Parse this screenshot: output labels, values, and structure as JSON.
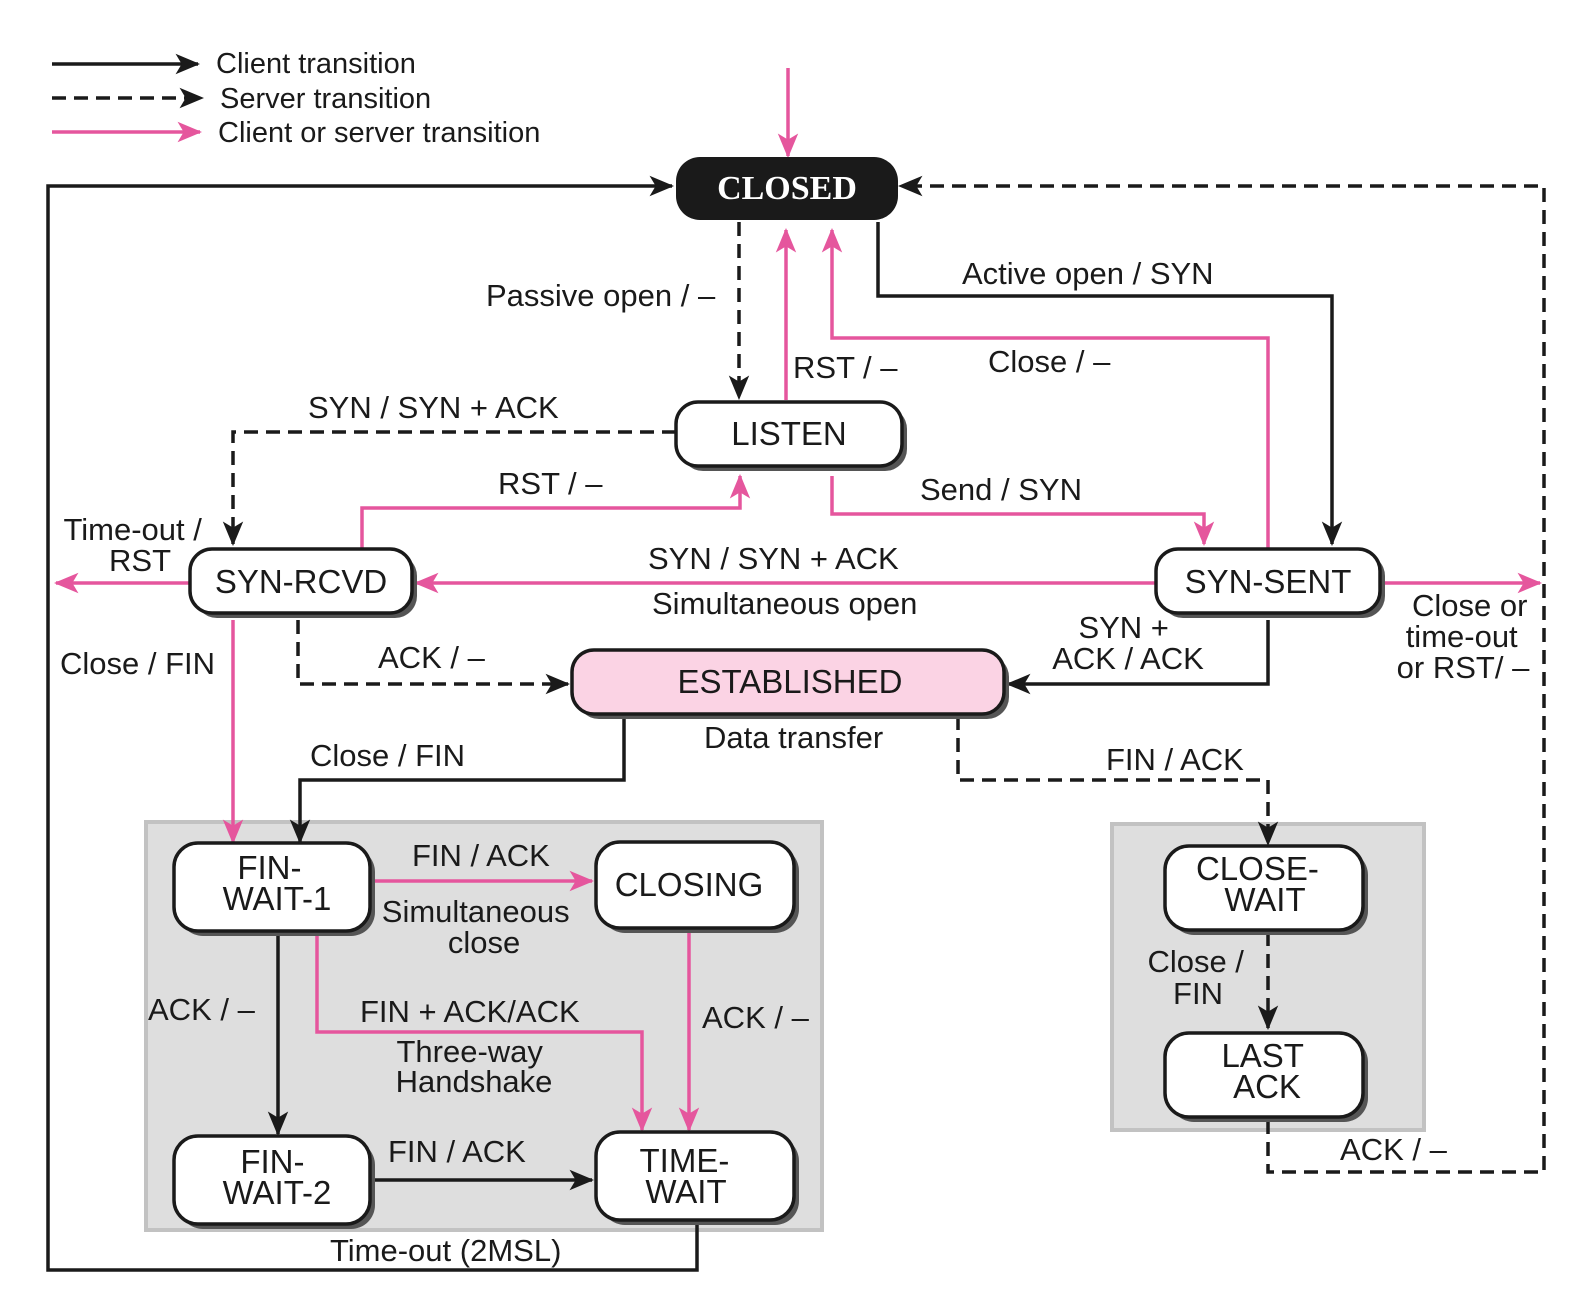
{
  "colors": {
    "client_transition": "#1a1a1a",
    "server_transition": "#1a1a1a",
    "both_transition": "#e5569d",
    "established_fill": "#fbd3e4",
    "closed_fill": "#1a1a1a",
    "group_fill": "#dedede"
  },
  "legend": {
    "client": "Client transition",
    "server": "Server transition",
    "both": "Client or server transition"
  },
  "states": {
    "closed": "CLOSED",
    "listen": "LISTEN",
    "syn_rcvd": "SYN-RCVD",
    "syn_sent": "SYN-SENT",
    "established": "ESTABLISHED",
    "fin_wait_1": [
      "FIN-",
      "WAIT-1"
    ],
    "closing": "CLOSING",
    "fin_wait_2": [
      "FIN-",
      "WAIT-2"
    ],
    "time_wait": [
      "TIME-",
      "WAIT"
    ],
    "close_wait": [
      "CLOSE-",
      "WAIT"
    ],
    "last_ack": [
      "LAST",
      "ACK"
    ]
  },
  "labels": {
    "passive_open": "Passive open / –",
    "active_open": "Active open / SYN",
    "rst_closed": "RST / –",
    "close_synsent": "Close / –",
    "syn_listen": "SYN / SYN + ACK",
    "rst_listen": "RST / –",
    "send_syn": "Send / SYN",
    "timeout_rst": [
      "Time-out /",
      "RST"
    ],
    "syn_synack_simul": "SYN / SYN + ACK",
    "simultaneous_open": "Simultaneous open",
    "close_timeout_rst": [
      "Close or",
      "time-out",
      "or RST/ –"
    ],
    "close_fin_rcvd": "Close / FIN",
    "ack_rcvd": "ACK / –",
    "syn_ack_ack": [
      "SYN +",
      "ACK / ACK"
    ],
    "data_transfer": "Data transfer",
    "close_fin_est": "Close / FIN",
    "fin_ack_est": "FIN / ACK",
    "fin_ack_fw1": "FIN / ACK",
    "simultaneous_close": [
      "Simultaneous",
      "close"
    ],
    "ack_fw1": "ACK / –",
    "fin_ack_ack": "FIN + ACK/ACK",
    "three_way": [
      "Three-way",
      "Handshake"
    ],
    "ack_closing": "ACK / –",
    "fin_ack_fw2": "FIN / ACK",
    "timeout_2msl": "Time-out (2MSL)",
    "close_fin_cw": [
      "Close /",
      "FIN"
    ],
    "ack_lastack": "ACK / –"
  }
}
